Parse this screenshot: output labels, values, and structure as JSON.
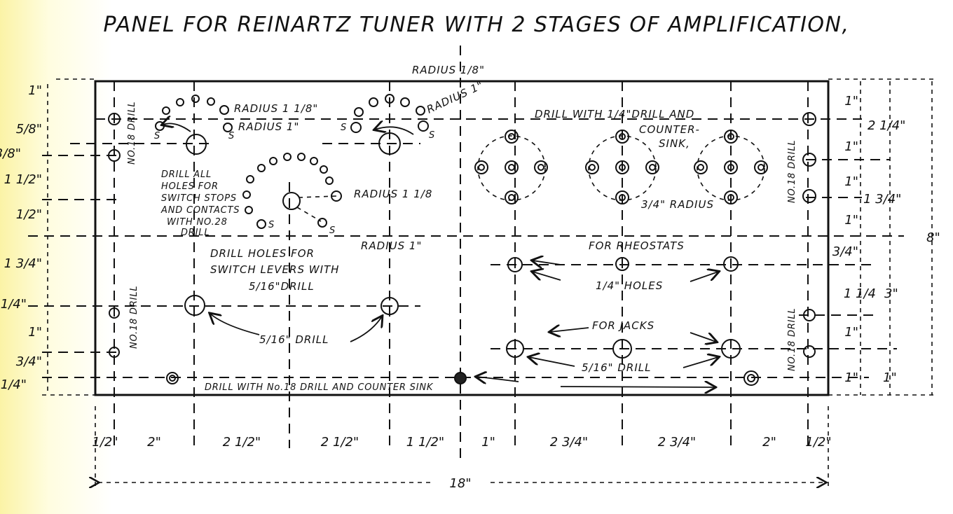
{
  "title": "PANEL FOR REINARTZ TUNER WITH 2 STAGES OF AMPLIFICATION,",
  "labels": {
    "radius_top": "RADIUS 1/8\"",
    "radius_1_1_8_left": "RADIUS 1 1/8\"",
    "radius_1_left": "RADIUS 1\"",
    "radius_1_center": "RADIUS 1\"",
    "radius_1_1_8_mid": "RADIUS 1 1/8",
    "radius_1_lower": "RADIUS 1\"",
    "no18_drill_left": "NO.18 DRILL",
    "no18_drill_lower_left": "NO.18 DRILL",
    "no18_drill_right_top": "NO.18 DRILL",
    "no18_drill_right_bottom": "NO.18 DRILL",
    "drill_all_holes": [
      "DRILL ALL",
      "HOLES FOR",
      "SWITCH STOPS",
      "AND CONTACTS",
      "WITH NO.28",
      "DRILL"
    ],
    "drill_counter_sink": [
      "DRILL WITH 1/4\"DRILL AND",
      "COUNTER-",
      "SINK,"
    ],
    "radius_3_4": "3/4\" RADIUS",
    "switch_levers": [
      "DRILL HOLES FOR",
      "SWITCH LEVERS WITH",
      "5/16\"DRILL"
    ],
    "drill_5_16": "5/16\" DRILL",
    "for_rheostats": "FOR RHEOSTATS",
    "holes_1_4": "1/4\" HOLES",
    "for_jacks": "FOR JACKS",
    "drill_5_16_right": "5/16\" DRILL",
    "bottom_note": "DRILL WITH No.18 DRILL AND COUNTER SINK",
    "s_marks": [
      "S",
      "S",
      "S",
      "S",
      "S",
      "S"
    ]
  },
  "dims_left": [
    "1\"",
    "5/8\"",
    "3/8\"",
    "1 1/2\"",
    "1/2\"",
    "1 3/4\"",
    "1/4\"",
    "1\"",
    "3/4\"",
    "1/4\""
  ],
  "dims_right_inner": [
    "1\"",
    "1\"",
    "1\"",
    "1\"",
    "3/4\"",
    "1 1/4",
    "1\"",
    "1\""
  ],
  "dims_right_outer": [
    "2 1/4\"",
    "1 3/4\"",
    "3\"",
    "1\""
  ],
  "dim_height": "8\"",
  "dims_bottom": [
    "1/2\"",
    "2\"",
    "2 1/2\"",
    "2 1/2\"",
    "1 1/2\"",
    "1\"",
    "2 3/4\"",
    "2 3/4\"",
    "2\"",
    "1/2\""
  ],
  "dim_width": "18\""
}
